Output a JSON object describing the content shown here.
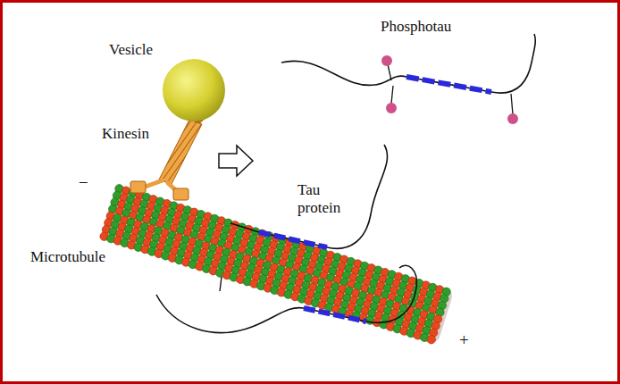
{
  "diagram": {
    "labels": [
      "Vesicle",
      "Kinesin",
      "Phosphotau",
      "Tau protein",
      "Microtubule",
      "−",
      "+"
    ]
  }
}
